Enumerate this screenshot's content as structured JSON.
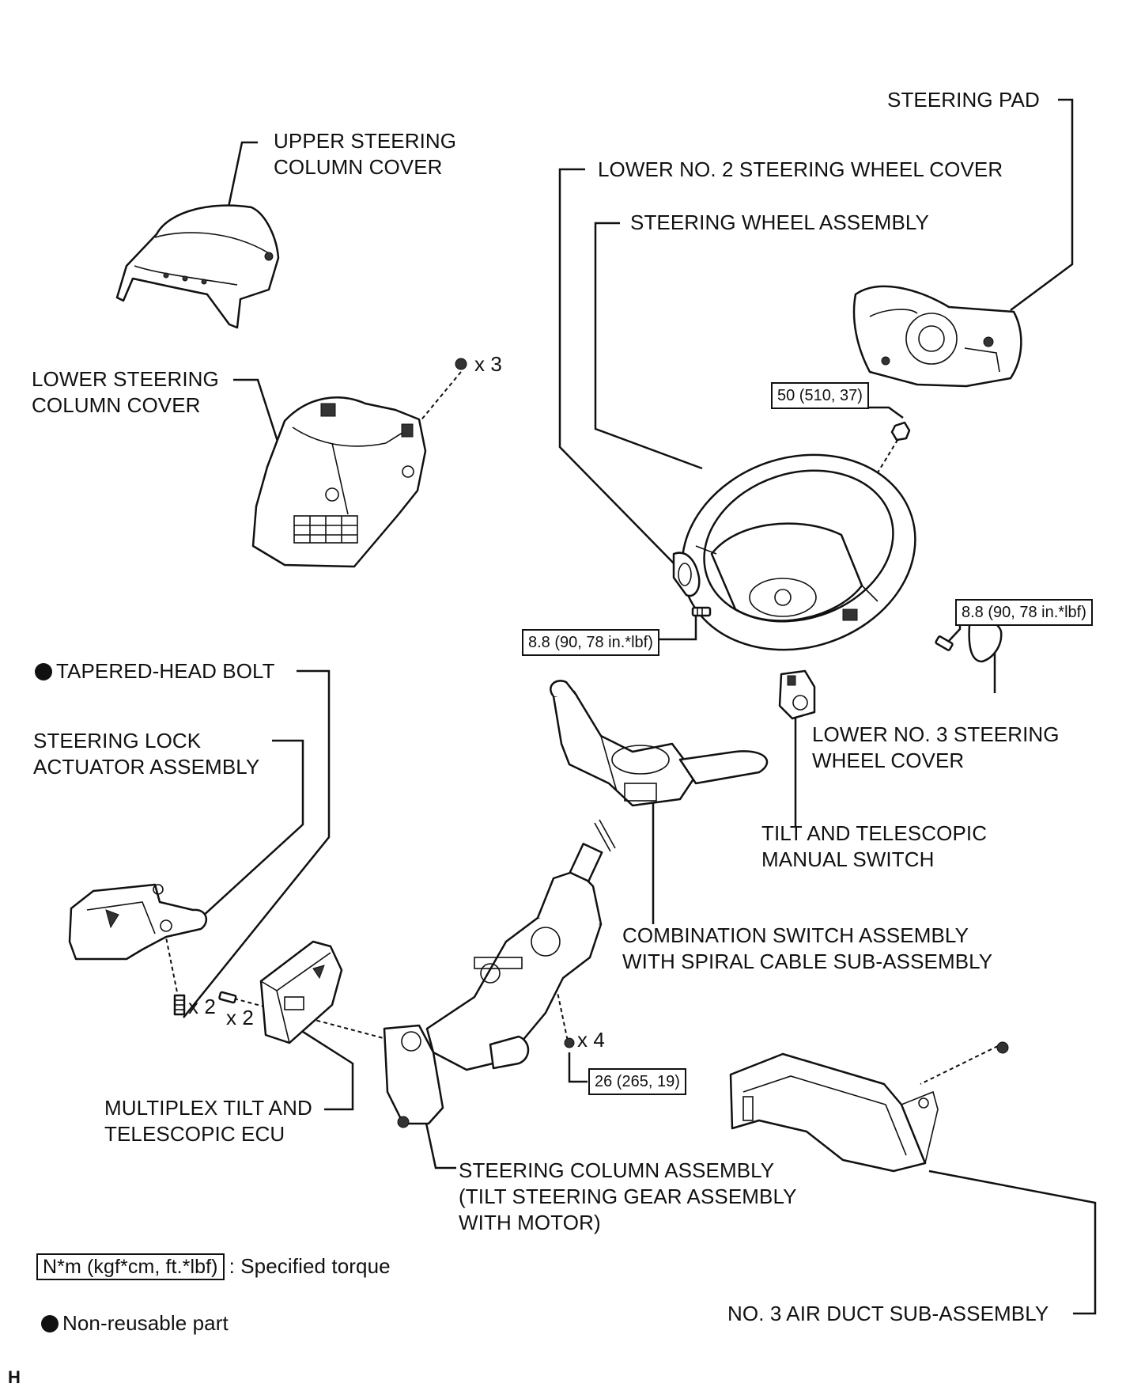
{
  "labels": {
    "steering_pad": "STEERING PAD",
    "upper_cover_1": "UPPER STEERING",
    "upper_cover_2": "COLUMN COVER",
    "lower_no2_cover": "LOWER NO. 2 STEERING WHEEL COVER",
    "steering_wheel_assembly": "STEERING WHEEL ASSEMBLY",
    "lower_cover_1": "LOWER STEERING",
    "lower_cover_2": "COLUMN COVER",
    "tapered_head_bolt": "TAPERED-HEAD BOLT",
    "lock_actuator_1": "STEERING LOCK",
    "lock_actuator_2": "ACTUATOR ASSEMBLY",
    "lower_no3_cover_1": "LOWER NO. 3 STEERING",
    "lower_no3_cover_2": "WHEEL COVER",
    "tilt_switch_1": "TILT AND TELESCOPIC",
    "tilt_switch_2": "MANUAL SWITCH",
    "combination_switch_1": "COMBINATION SWITCH ASSEMBLY",
    "combination_switch_2": "WITH SPIRAL CABLE SUB-ASSEMBLY",
    "multiplex_ecu_1": "MULTIPLEX TILT AND",
    "multiplex_ecu_2": "TELESCOPIC ECU",
    "steering_column_1": "STEERING COLUMN ASSEMBLY",
    "steering_column_2": "(TILT STEERING GEAR ASSEMBLY",
    "steering_column_3": "WITH MOTOR)",
    "air_duct": "NO. 3 AIR DUCT SUB-ASSEMBLY"
  },
  "quantities": {
    "cover_screws": "x 3",
    "bolt_count": "x 2",
    "ecu_screws": "x 2",
    "column_nuts": "x 4"
  },
  "torques": {
    "steering_wheel_nut": "50 (510, 37)",
    "no2_cover_screw": "8.8 (90, 78 in.*lbf)",
    "no3_cover_screw": "8.8 (90, 78 in.*lbf)",
    "column_nut": "26 (265, 19)"
  },
  "legend": {
    "torque_box": "N*m (kgf*cm, ft.*lbf)",
    "torque_text": ": Specified torque",
    "nonreusable_text": "Non-reusable part"
  },
  "corner_letter": "H"
}
